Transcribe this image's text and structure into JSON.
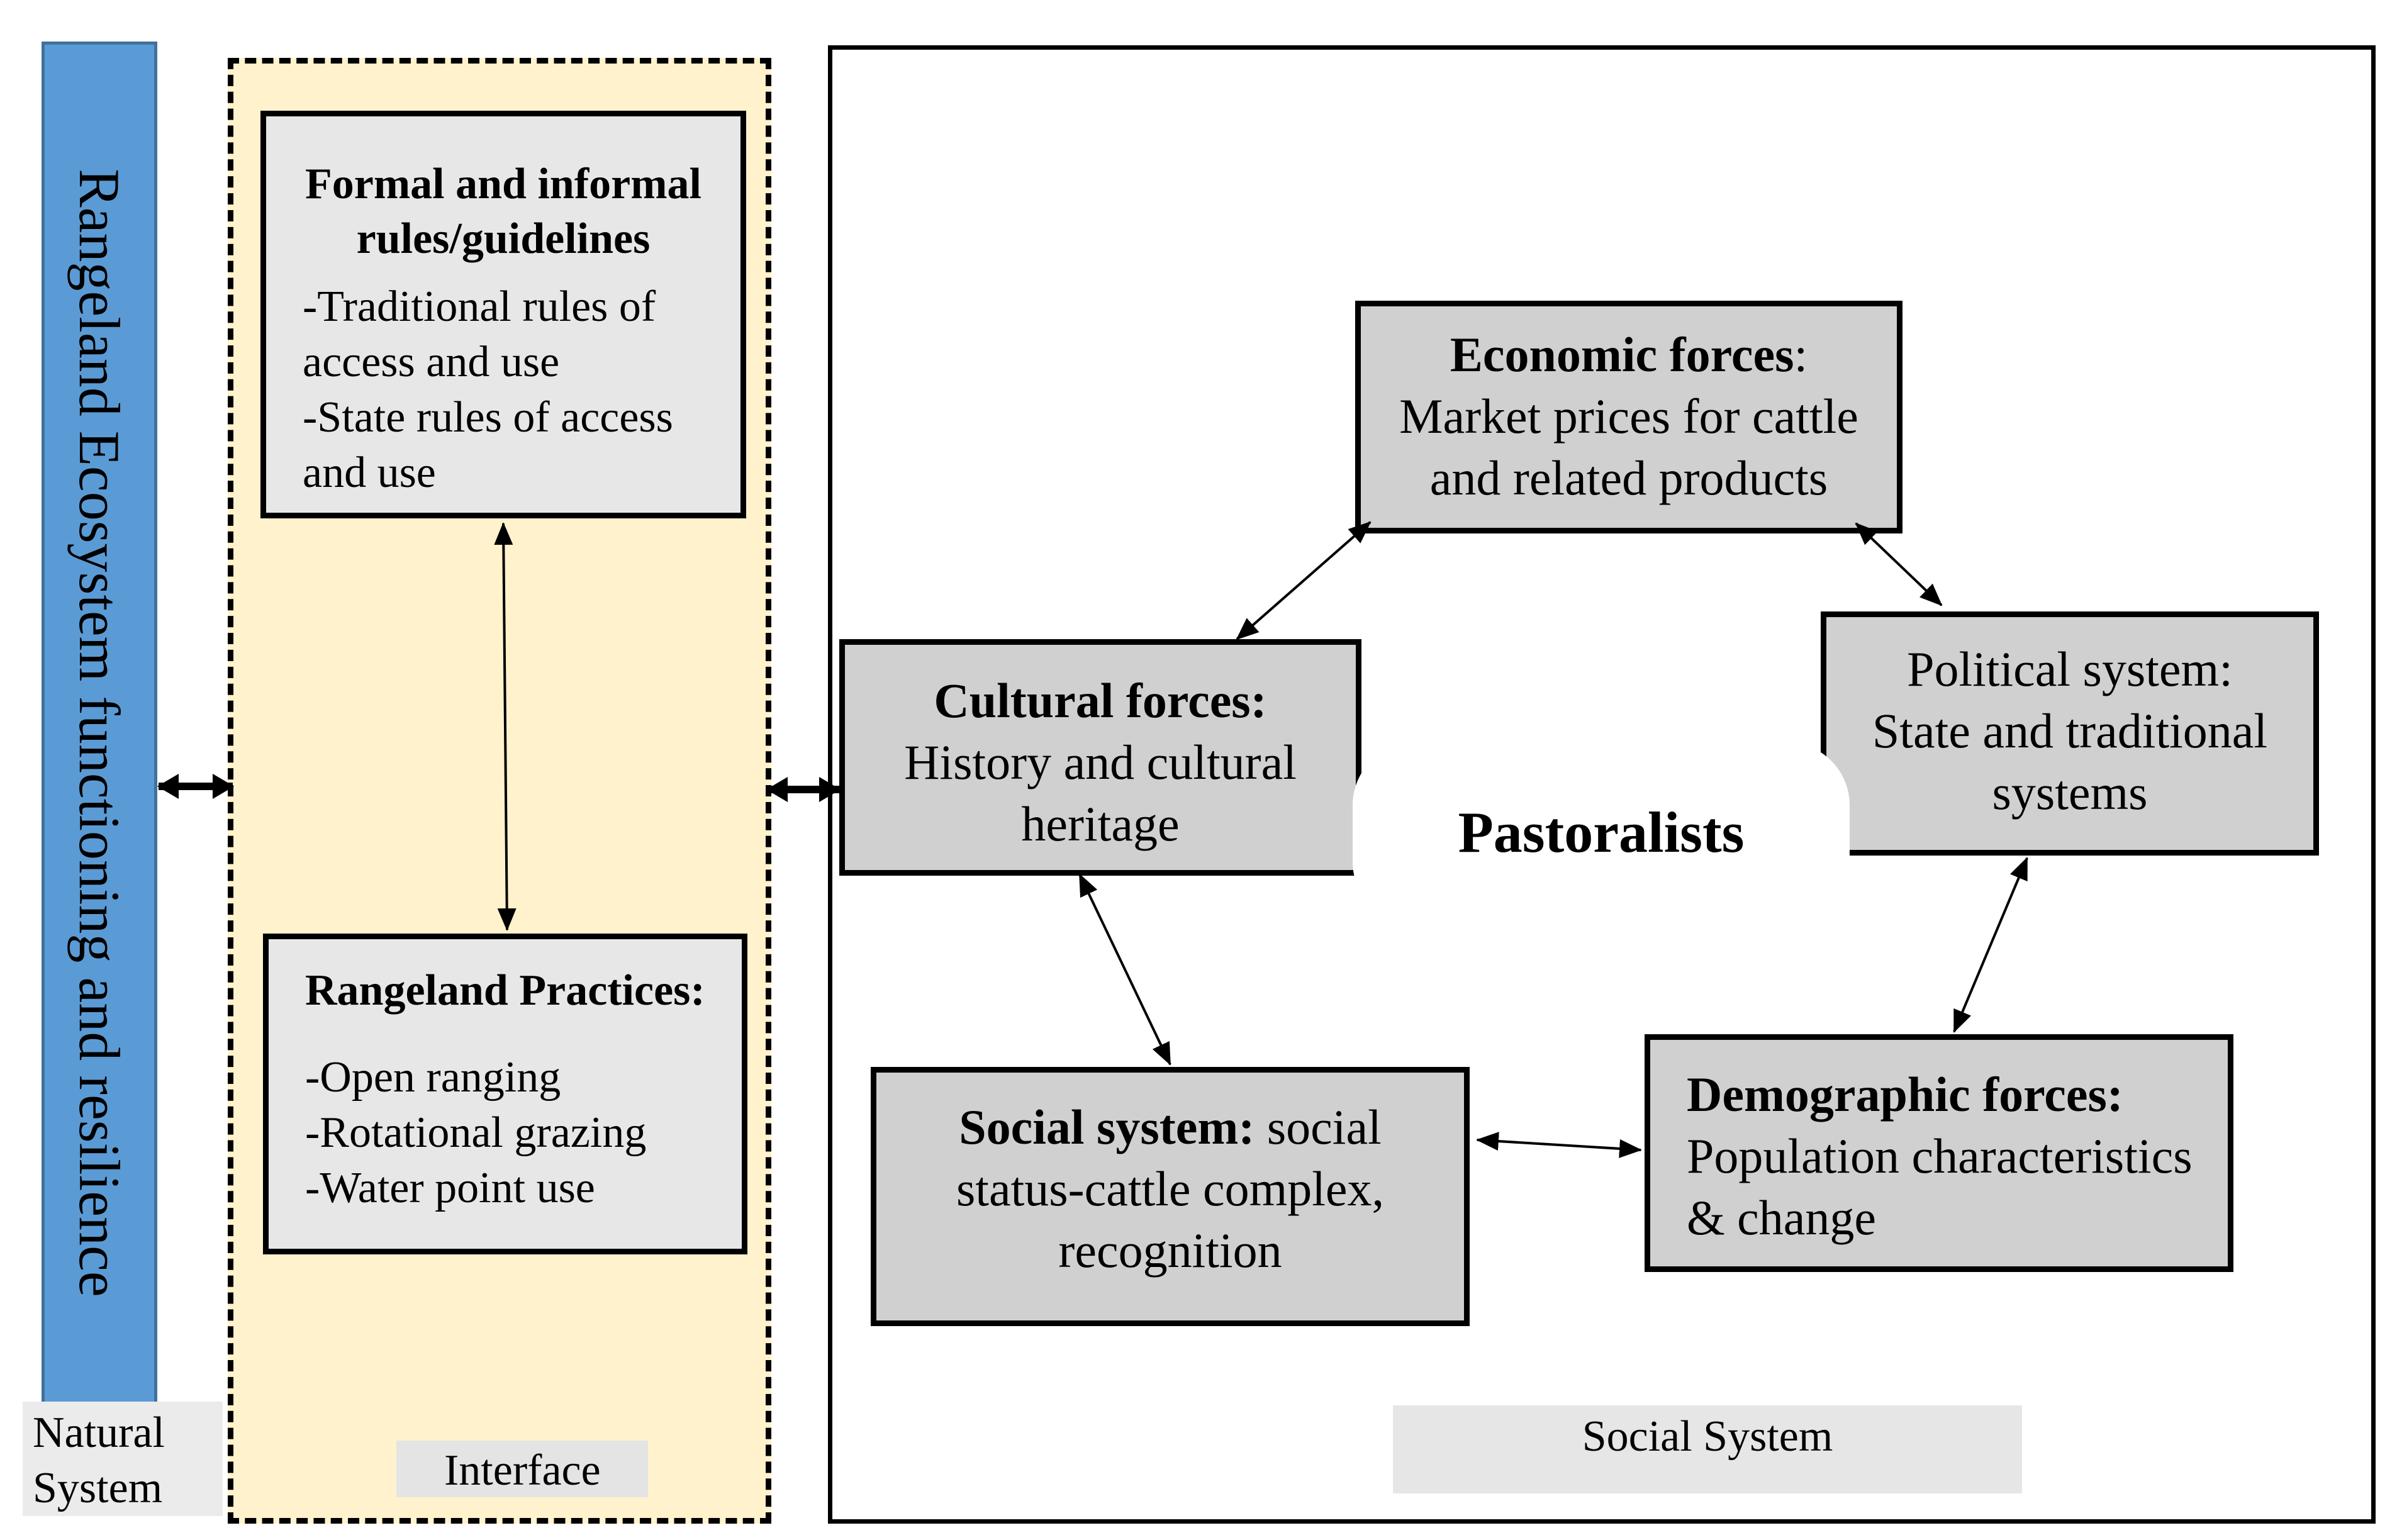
{
  "natural": {
    "bar_label": "Rangeland Ecosystem functioning and resilience",
    "caption_line1": "Natural",
    "caption_line2": "System"
  },
  "interface": {
    "caption": "Interface",
    "rules_box": {
      "title_line1": "Formal and informal",
      "title_line2": "rules/guidelines",
      "lines": [
        "-Traditional rules of",
        "access and use",
        "-State rules of access",
        "and use"
      ]
    },
    "practices_box": {
      "title": "Rangeland Practices:",
      "lines": [
        "-Open ranging",
        "-Rotational grazing",
        "-Water point use"
      ]
    }
  },
  "social": {
    "caption": "Social System",
    "center_label": "Pastoralists",
    "economic": {
      "title": "Economic forces",
      "colon": ":",
      "line1": "Market prices for cattle",
      "line2": "and related products"
    },
    "political": {
      "line1": "Political system:",
      "line2": "State and traditional",
      "line3": "systems"
    },
    "cultural": {
      "title": "Cultural forces:",
      "line1": "History and cultural",
      "line2": "heritage"
    },
    "social_sys": {
      "title": "Social system:",
      "title_tail": " social",
      "line2": "status-cattle complex,",
      "line3": "recognition"
    },
    "demographic": {
      "title": "Demographic forces:",
      "line1": "Population characteristics",
      "line2": "& change"
    }
  }
}
